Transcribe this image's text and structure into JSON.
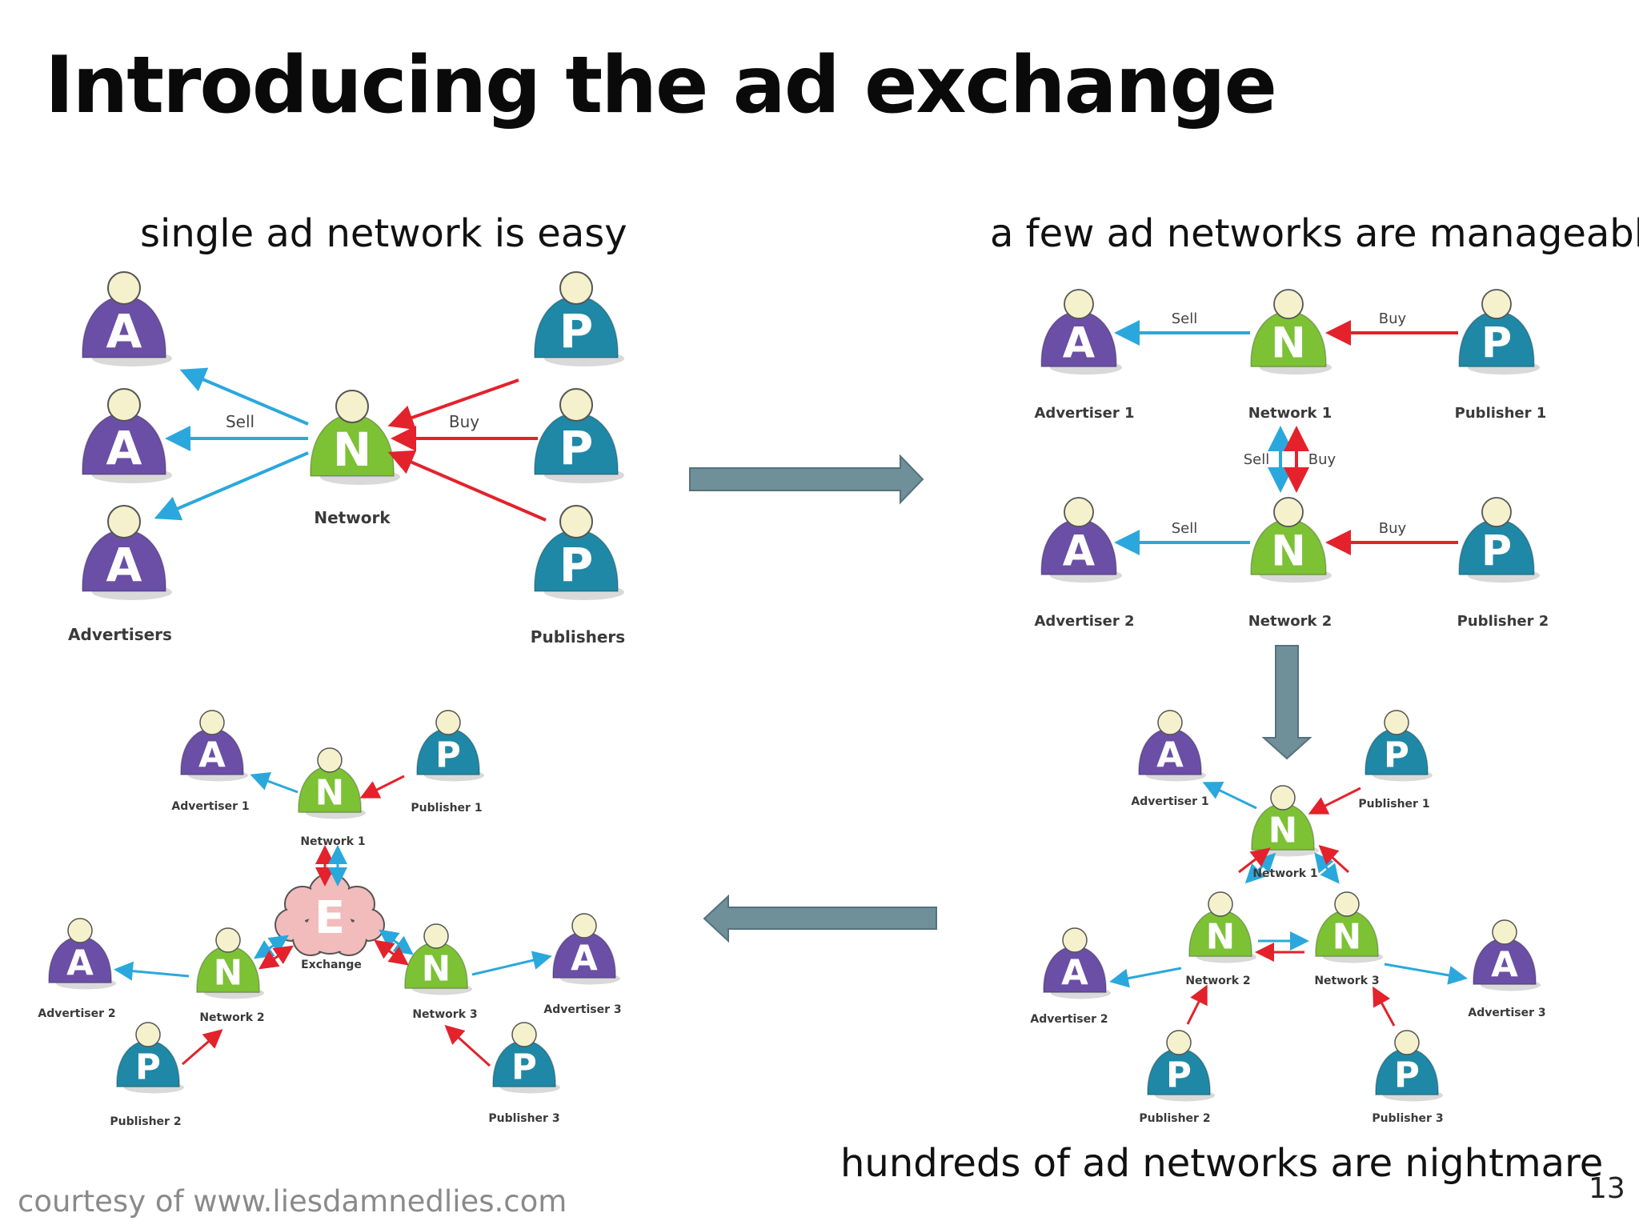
{
  "slide": {
    "title": "Introducing the ad exchange",
    "captions": {
      "single": "single ad network is easy",
      "few": "a few ad networks are manageable",
      "hundreds": "hundreds of ad networks are nightmare"
    },
    "credit": "courtesy of www.liesdamnedlies.com",
    "page_number": "13"
  },
  "colors": {
    "advertiser": "#6b4fa6",
    "network": "#7cc234",
    "publisher": "#1f88a6",
    "exchange": "#f2bcbc",
    "head": "#f4f1cc",
    "sell_arrow": "#2aa8dd",
    "buy_arrow": "#e3222c",
    "flow_arrow": "#6f8f99"
  },
  "panels": {
    "single": {
      "figures": {
        "advertiser": "A",
        "network": "N",
        "publisher": "P"
      },
      "labels": {
        "sell": "Sell",
        "buy": "Buy",
        "network": "Network",
        "advertisers": "Advertisers",
        "publishers": "Publishers"
      }
    },
    "few": {
      "labels": {
        "sell": "Sell",
        "buy": "Buy",
        "advertiser_1": "Advertiser 1",
        "network_1": "Network 1",
        "publisher_1": "Publisher 1",
        "advertiser_2": "Advertiser 2",
        "network_2": "Network 2",
        "publisher_2": "Publisher 2"
      }
    },
    "many": {
      "labels": {
        "advertiser_1": "Advertiser 1",
        "publisher_1": "Publisher 1",
        "network_1": "Network 1",
        "network_2": "Network 2",
        "network_3": "Network 3",
        "advertiser_2": "Advertiser 2",
        "advertiser_3": "Advertiser 3",
        "publisher_2": "Publisher 2",
        "publisher_3": "Publisher 3"
      }
    },
    "exchange": {
      "figures": {
        "exchange": "E"
      },
      "labels": {
        "advertiser_1": "Advertiser 1",
        "network_1": "Network 1",
        "publisher_1": "Publisher 1",
        "exchange": "Exchange",
        "advertiser_2": "Advertiser 2",
        "network_2": "Network 2",
        "network_3": "Network 3",
        "advertiser_3": "Advertiser 3",
        "publisher_2": "Publisher 2",
        "publisher_3": "Publisher 3"
      }
    }
  }
}
